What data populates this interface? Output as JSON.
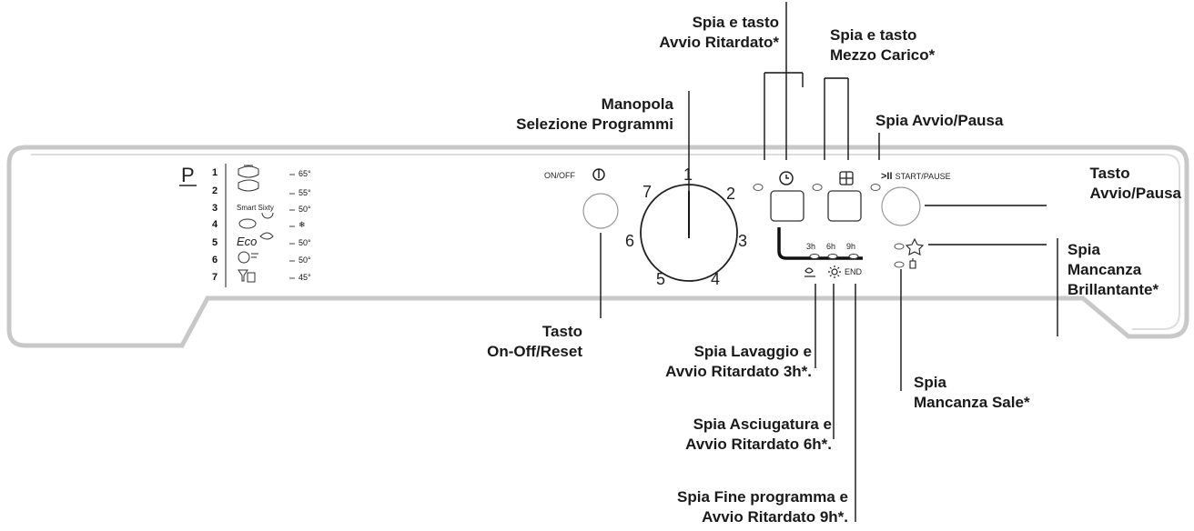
{
  "panel": {
    "program_letter": "P",
    "programs": [
      {
        "number": "1",
        "temp": "65°"
      },
      {
        "number": "2",
        "temp": "55°"
      },
      {
        "number": "3",
        "temp": "50°",
        "icon_text": "Smart Sixty"
      },
      {
        "number": "4",
        "temp": "❄"
      },
      {
        "number": "5",
        "temp": "50°",
        "icon_text": "Eco"
      },
      {
        "number": "6",
        "temp": "50°"
      },
      {
        "number": "7",
        "temp": "45°"
      }
    ],
    "on_off_label": "ON/OFF",
    "dial_numbers": [
      "1",
      "2",
      "3",
      "4",
      "5",
      "6",
      "7"
    ],
    "start_pause_label": "START/PAUSE",
    "delay_hours": [
      "3h",
      "6h",
      "9h"
    ],
    "end_label": "END"
  },
  "callouts": {
    "delay_start": {
      "line1": "Spia e  tasto",
      "line2": "Avvio Ritardato*"
    },
    "half_load": {
      "line1": "Spia e  tasto",
      "line2": "Mezzo Carico*"
    },
    "program_selector": {
      "line1": "Manopola",
      "line2": "Selezione Programmi"
    },
    "start_pause_light": {
      "line1": "Spia Avvio/Pausa"
    },
    "start_pause_button": {
      "line1": "Tasto",
      "line2": "Avvio/Pausa"
    },
    "rinse_aid": {
      "line1": "Spia",
      "line2": "Mancanza",
      "line3": "Brillantante*"
    },
    "on_off_reset": {
      "line1": "Tasto",
      "line2": "On-Off/Reset"
    },
    "wash_light": {
      "line1": "Spia Lavaggio e",
      "line2": "Avvio Ritardato 3h*."
    },
    "salt": {
      "line1": "Spia",
      "line2": "Mancanza Sale*"
    },
    "dry_light": {
      "line1": "Spia Asciugatura e",
      "line2": "Avvio Ritardato 6h*."
    },
    "end_light": {
      "line1": "Spia Fine programma e",
      "line2": "Avvio Ritardato 9h*."
    }
  }
}
